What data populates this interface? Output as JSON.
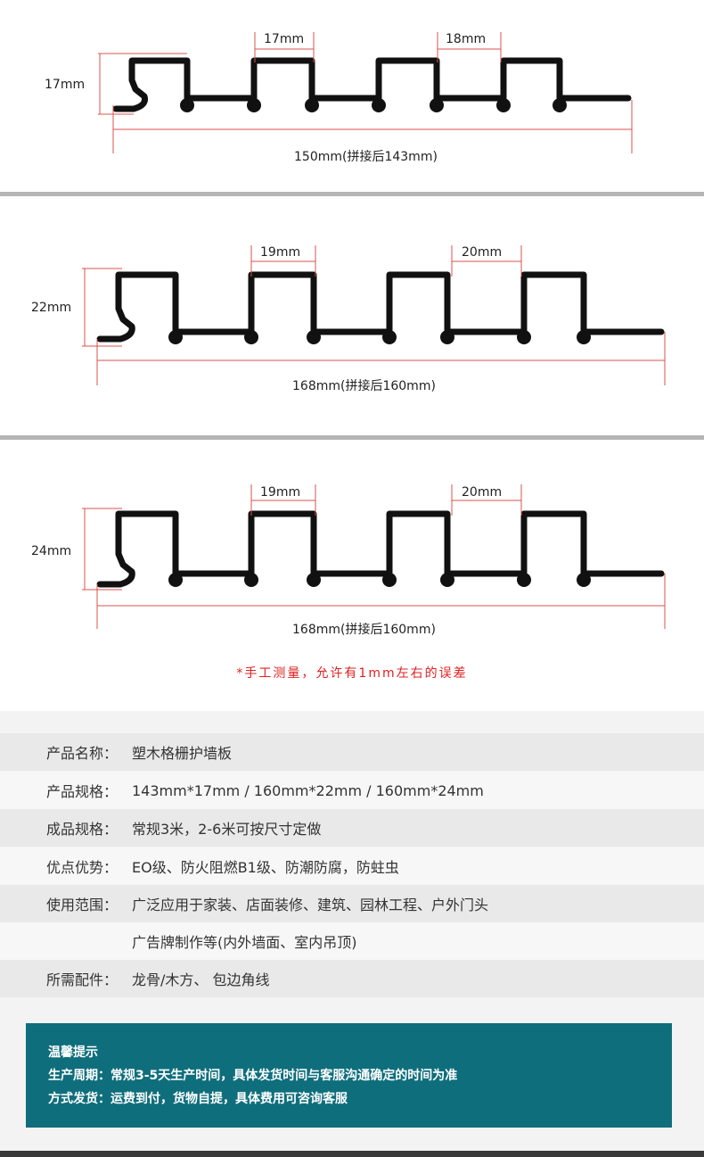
{
  "profiles": [
    {
      "height_label": "17mm",
      "slot_labels": [
        "17mm",
        "18mm"
      ],
      "total_label": "150mm(拼接后143mm)"
    },
    {
      "height_label": "22mm",
      "slot_labels": [
        "19mm",
        "20mm"
      ],
      "total_label": "168mm(拼接后160mm)"
    },
    {
      "height_label": "24mm",
      "slot_labels": [
        "19mm",
        "20mm"
      ],
      "total_label": "168mm(拼接后160mm)"
    }
  ],
  "note": "*手工测量，允许有1mm左右的误差",
  "specs": [
    {
      "label": "产品名称：",
      "value": "塑木格栅护墙板"
    },
    {
      "label": "产品规格：",
      "value": "143mm*17mm / 160mm*22mm / 160mm*24mm"
    },
    {
      "label": "成品规格：",
      "value": "常规3米，2-6米可按尺寸定做"
    },
    {
      "label": "优点优势：",
      "value": "EO级、防火阻燃B1级、防潮防腐，防蛀虫"
    },
    {
      "label": "使用范围：",
      "value": "广泛应用于家装、店面装修、建筑、园林工程、户外门头"
    },
    {
      "label": "",
      "value": "广告牌制作等(内外墙面、室内吊顶)"
    },
    {
      "label": "所需配件：",
      "value": "龙骨/木方、 包边角线"
    }
  ],
  "tips": {
    "title": "温馨提示",
    "line1": "生产周期：常规3-5天生产时间，具体发货时间与客服沟通确定的时间为准",
    "line2": "方式发货：运费到付，货物自提，具体费用可咨询客服"
  },
  "colors": {
    "dimension_line": "#d9534f",
    "note_red": "#e02020",
    "tips_bg": "#0f6e7c",
    "divider": "#b5b5b5"
  }
}
